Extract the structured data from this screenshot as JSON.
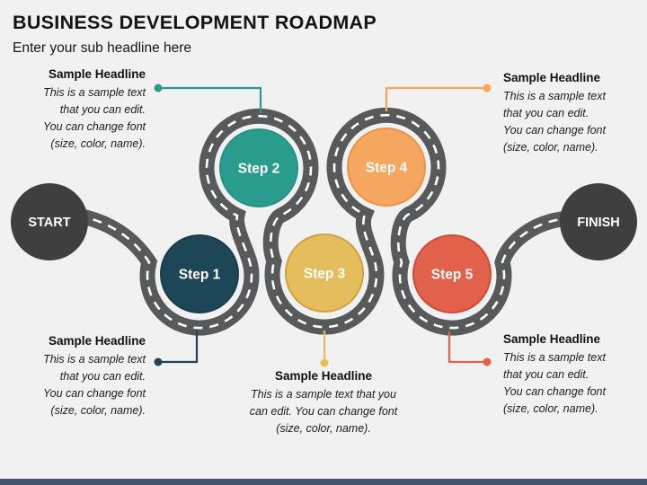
{
  "slide": {
    "title": "BUSINESS DEVELOPMENT ROADMAP",
    "subtitle": "Enter your sub headline here",
    "background_color": "#f1f1f2",
    "footer_bar_color": "#44546a"
  },
  "roadmap": {
    "road_color": "#58595a",
    "start": {
      "label": "START",
      "color": "#3f3f3f"
    },
    "finish": {
      "label": "FINISH",
      "color": "#3f3f3f"
    },
    "steps": [
      {
        "label": "Step 1",
        "fill": "#1d4656",
        "stroke": "#1a3d4b"
      },
      {
        "label": "Step 2",
        "fill": "#2a9c8e",
        "stroke": "#279184"
      },
      {
        "label": "Step 3",
        "fill": "#e5bd5d",
        "stroke": "#cda23f"
      },
      {
        "label": "Step 4",
        "fill": "#f6a75f",
        "stroke": "#ee9143"
      },
      {
        "label": "Step 5",
        "fill": "#e2614a",
        "stroke": "#cf4b35"
      }
    ]
  },
  "callouts": [
    {
      "id": "top-left",
      "headline": "Sample Headline",
      "accent": "#2a9c8e",
      "lines": [
        "This is a sample text",
        "that you can edit.",
        "You can change font",
        "(size, color, name)."
      ]
    },
    {
      "id": "top-right",
      "headline": "Sample Headline",
      "accent": "#f6a75f",
      "lines": [
        "This is a sample text",
        "that you can edit.",
        "You can change font",
        "(size, color, name)."
      ]
    },
    {
      "id": "bottom-left",
      "headline": "Sample Headline",
      "accent": "#1d4656",
      "lines": [
        "This is a sample text",
        "that you can edit.",
        "You can change font",
        "(size, color, name)."
      ]
    },
    {
      "id": "bottom-center",
      "headline": "Sample Headline",
      "accent": "#e5bd5d",
      "lines": [
        "This is a sample text that you",
        "can edit. You can change font",
        "(size, color, name)."
      ]
    },
    {
      "id": "bottom-right",
      "headline": "Sample Headline",
      "accent": "#e2614a",
      "lines": [
        "This is a sample text",
        "that you can edit.",
        "You can change font",
        "(size, color, name)."
      ]
    }
  ]
}
